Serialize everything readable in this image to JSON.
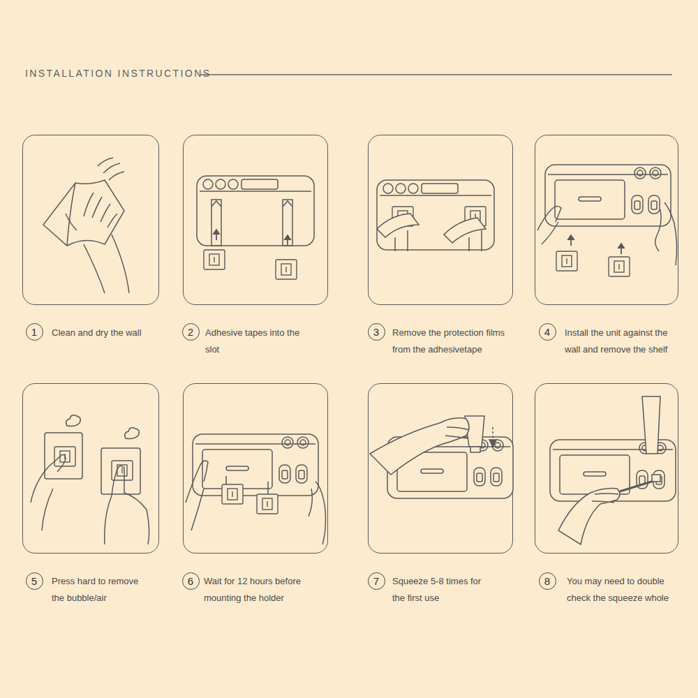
{
  "diagram": {
    "title": "INSTALLATION INSTRUCTIONS",
    "nodes": [
      {
        "text": [
          "Clean and dry the wall"
        ]
      },
      {
        "text": [
          "1"
        ]
      },
      {
        "text": [
          "Adhesive tapes into the slot"
        ]
      },
      {
        "text": [
          "2"
        ]
      },
      {
        "text": [
          "Remove the protection films from the adhesivetape"
        ]
      },
      {
        "text": [
          "3"
        ]
      },
      {
        "text": [
          "Install the unit against the wall and remove the shelf"
        ]
      },
      {
        "text": [
          "4"
        ]
      },
      {
        "text": [
          "Press hard to remove the bubble/air"
        ]
      },
      {
        "text": [
          "5"
        ]
      },
      {
        "text": [
          "Wait for 12 hours before mounting the holder"
        ]
      },
      {
        "text": [
          "6"
        ]
      },
      {
        "text": [
          "Squeeze 5-8 times for the first use"
        ]
      },
      {
        "text": [
          "7"
        ]
      },
      {
        "text": [
          "You may need to double check the squeeze whole"
        ]
      },
      {
        "text": [
          "8"
        ]
      }
    ]
  }
}
